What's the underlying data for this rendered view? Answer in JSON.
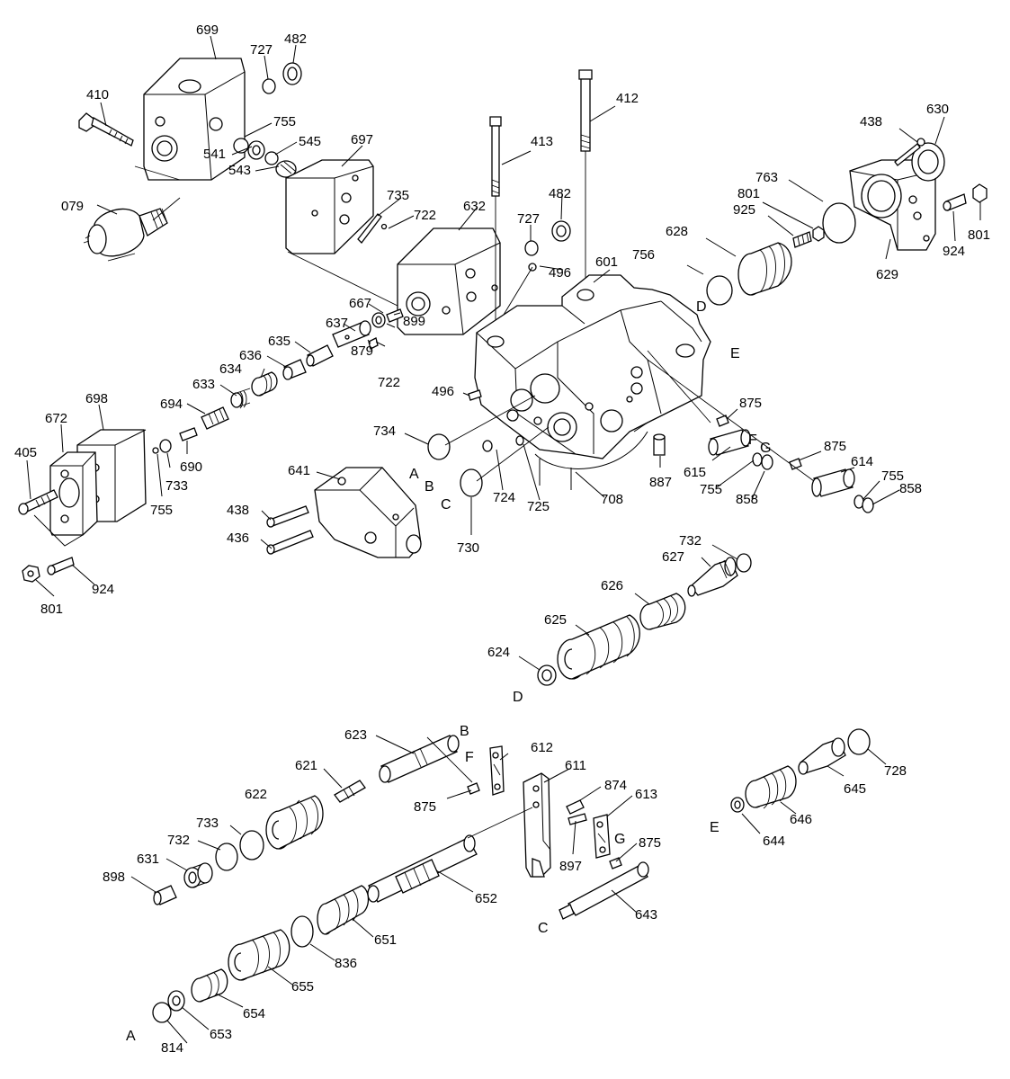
{
  "callouts": [
    "699",
    "727",
    "482",
    "410",
    "755",
    "545",
    "697",
    "541",
    "543",
    "079",
    "735",
    "722",
    "632",
    "727",
    "482",
    "413",
    "412",
    "496",
    "601",
    "756",
    "628",
    "925",
    "801",
    "763",
    "438",
    "630",
    "629",
    "924",
    "801",
    "667",
    "899",
    "637",
    "635",
    "636",
    "634",
    "879",
    "722",
    "633",
    "496",
    "694",
    "698",
    "672",
    "405",
    "690",
    "733",
    "755",
    "734",
    "641",
    "438",
    "436",
    "924",
    "801",
    "724",
    "725",
    "708",
    "730",
    "887",
    "875",
    "615",
    "755",
    "858",
    "875",
    "614",
    "755",
    "858",
    "732",
    "627",
    "626",
    "625",
    "624",
    "623",
    "612",
    "621",
    "611",
    "622",
    "875",
    "874",
    "613",
    "733",
    "732",
    "631",
    "898",
    "897",
    "875",
    "652",
    "643",
    "651",
    "836",
    "655",
    "654",
    "653",
    "814",
    "645",
    "728",
    "646",
    "644"
  ],
  "refs": [
    "A",
    "B",
    "C",
    "D",
    "E",
    "F",
    "G",
    "D",
    "E",
    "B",
    "F",
    "G",
    "C",
    "A"
  ]
}
